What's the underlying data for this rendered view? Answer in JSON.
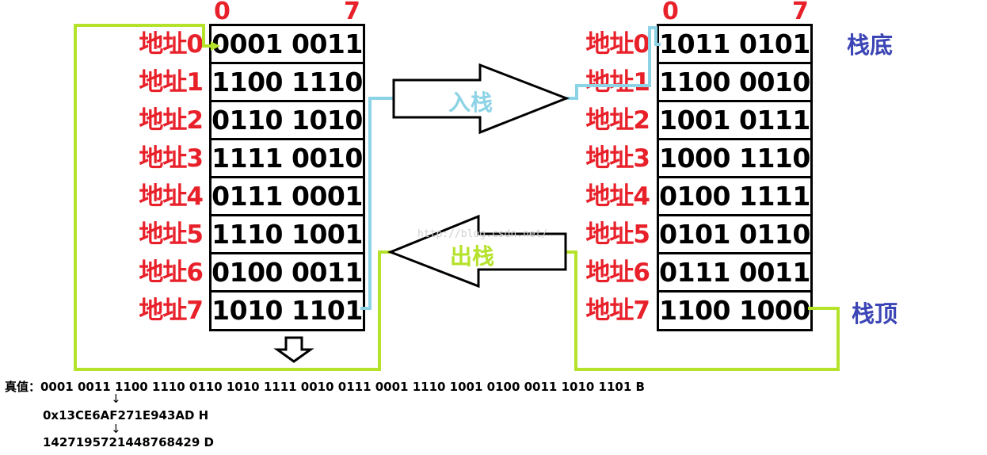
{
  "bit_labels": {
    "start": "0",
    "end": "7"
  },
  "addresses": [
    "地址0",
    "地址1",
    "地址2",
    "地址3",
    "地址4",
    "地址5",
    "地址6",
    "地址7"
  ],
  "left_stack": [
    "0001 0011",
    "1100 1110",
    "0110 1010",
    "1111 0010",
    "0111 0001",
    "1110 1001",
    "0100 0011",
    "1010 1101"
  ],
  "right_stack": [
    "1011 0101",
    "1100 0010",
    "1001 0111",
    "1000 1110",
    "0100 1111",
    "0101 0110",
    "0111 0011",
    "1100 1000"
  ],
  "labels": {
    "push": "入栈",
    "pop": "出栈",
    "stack_bottom": "栈底",
    "stack_top": "栈顶"
  },
  "watermark": "http://blog.csdn.net/",
  "true_value": {
    "binary": "真值：0001 0011 1100 1110 0110 1010 1111 0010 0111 0001 1110 1001 0100 0011 1010 1101 B",
    "arrow1": "↓",
    "hex": "0x13CE6AF271E943AD   H",
    "arrow2": "↓",
    "decimal": "1427195721448768429  D"
  },
  "colors": {
    "address_red": "#e8202a",
    "push_blue": "#8dd3e6",
    "pop_green": "#b5e22a",
    "label_blue": "#3c45b5"
  }
}
